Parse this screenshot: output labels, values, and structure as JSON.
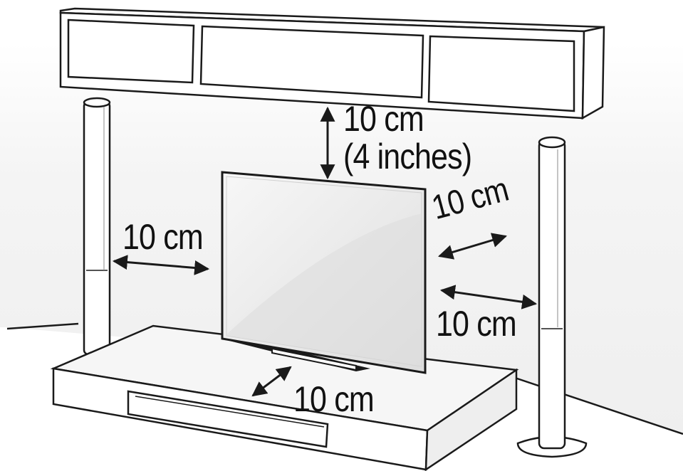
{
  "labels": {
    "top_clearance": "10 cm",
    "top_clearance_inches": "(4 inches)",
    "left_clearance": "10 cm",
    "right_back_clearance": "10 cm",
    "right_side_clearance": "10 cm",
    "bottom_clearance": "10 cm"
  },
  "colors": {
    "wall": "#f3f3f3",
    "outline": "#1a1a1a",
    "screen": "#ebebeb",
    "text": "#111111"
  }
}
